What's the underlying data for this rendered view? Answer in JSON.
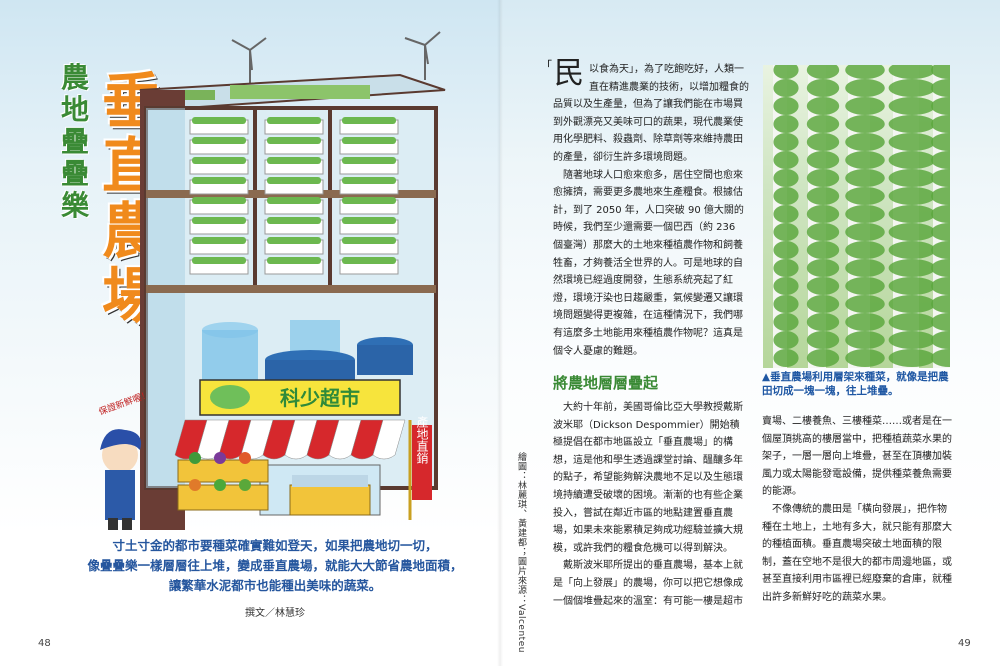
{
  "left_page": {
    "page_number": "48",
    "subtitle": "農地疊疊樂",
    "title": "垂直農場",
    "illustration": {
      "store_sign": "科少超市",
      "flag": "產地直銷",
      "speech": "保證新鮮喔！"
    },
    "intro_lines": [
      "寸土寸金的都市要種菜確實難如登天，如果把農地切一切，",
      "像疊疊樂一樣層層往上堆，變成垂直農場，就能大大節省農地面積，",
      "讓繁華水泥都市也能種出美味的蔬菜。"
    ],
    "author": "撰文／林慧珍"
  },
  "right_page": {
    "page_number": "49",
    "credit": "繪圖：林麗琪、黃建都；圖片來源：Valcenteu",
    "drop_quote": "「",
    "drop_cap": "民",
    "col1_lines_a": [
      "以食為天」，為了吃飽吃好，人類一",
      "直在精進農業的技術，以增加糧食的",
      "品質以及生產量，但為了讓我們能在市場買",
      "到外觀漂亮又美味可口的蔬果，現代農業使",
      "用化學肥料、殺蟲劑、除草劑等來維持農田",
      "的產量，卻衍生許多環境問題。",
      "　隨著地球人口愈來愈多，居住空間也愈來",
      "愈擁擠，需要更多農地來生產糧食。根據估",
      "計，到了 2050 年，人口突破 90 億大關的",
      "時候，我們至少還需要一個巴西（約 236",
      "個臺灣）那麼大的土地來種植農作物和飼養",
      "牲畜，才夠養活全世界的人。可是地球的自",
      "然環境已經過度開發，生態系統亮起了紅",
      "燈，環境汙染也日趨嚴重，氣候變遷又讓環",
      "境問題變得更複雜，在這種情況下，我們哪",
      "有這麼多土地能用來種植農作物呢？這真是",
      "個令人憂慮的難題。"
    ],
    "section_heading": "將農地層層疊起",
    "col1_lines_b": [
      "　大約十年前，美國哥倫比亞大學教授戴斯",
      "波米耶（Dickson Despommier）開始積",
      "極提倡在都市地區設立「垂直農場」的構",
      "想，這是他和學生透過課堂討論、醞釀多年",
      "的點子，希望能夠解決農地不足以及生態環",
      "境持續遭受破壞的困境。漸漸的也有些企業",
      "投入，嘗試在鄰近市區的地點建置垂直農",
      "場，如果未來能累積足夠成功經驗並擴大規",
      "模，或許我們的糧食危機可以得到解決。",
      "　戴斯波米耶所提出的垂直農場，基本上就",
      "是「向上發展」的農場，你可以把它想像成",
      "一個個堆疊起來的溫室：有可能一樓是超市"
    ],
    "photo_caption": "▲垂直農場利用層架來種菜，就像是把農田切成一塊一塊，往上堆疊。",
    "col2_lines": [
      "賣場、二樓養魚、三樓種菜……或者是在一",
      "個屋頂挑高的樓層當中，把種植蔬菜水果的",
      "架子，一層一層向上堆疊，甚至在頂樓加裝",
      "風力或太陽能發電設備，提供種菜養魚需要",
      "的能源。",
      "　不像傳統的農田是「橫向發展」，把作物",
      "種在土地上，土地有多大，就只能有那麼大",
      "的種植面積。垂直農場突破土地面積的限",
      "制，蓋在空地不是很大的都市周邊地區，或",
      "甚至直接利用市區裡已經廢棄的倉庫，就種",
      "出許多新鮮好吃的蔬菜水果。"
    ]
  },
  "colors": {
    "title_orange": "#f08a1c",
    "subtitle_green": "#3a8a35",
    "intro_blue": "#25569e",
    "caption_blue": "#1f57a3"
  }
}
